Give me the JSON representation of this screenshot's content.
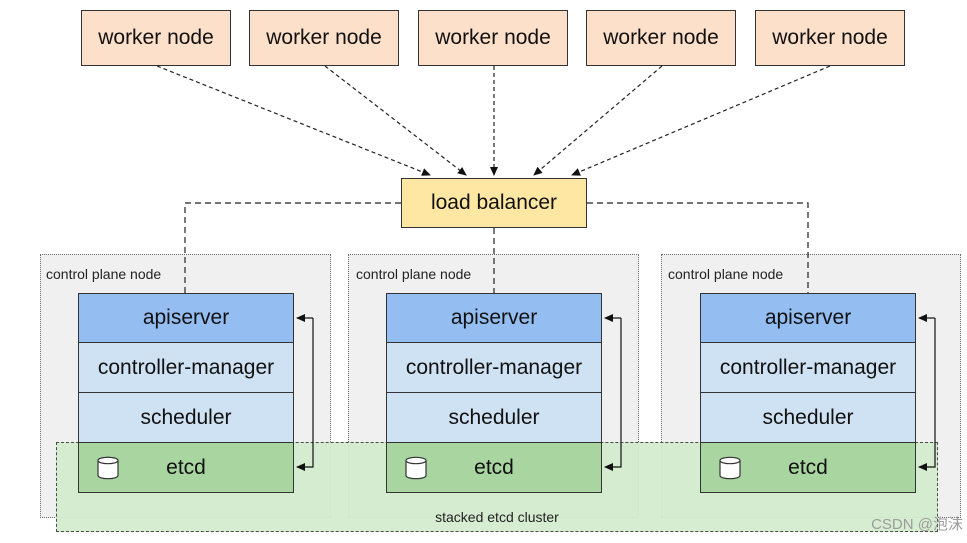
{
  "workers": [
    {
      "label": "worker node"
    },
    {
      "label": "worker node"
    },
    {
      "label": "worker node"
    },
    {
      "label": "worker node"
    },
    {
      "label": "worker node"
    }
  ],
  "load_balancer": {
    "label": "load balancer"
  },
  "control_planes": [
    {
      "label": "control plane node",
      "components": {
        "apiserver": "apiserver",
        "controller_manager": "controller-manager",
        "scheduler": "scheduler",
        "etcd": "etcd"
      }
    },
    {
      "label": "control plane node",
      "components": {
        "apiserver": "apiserver",
        "controller_manager": "controller-manager",
        "scheduler": "scheduler",
        "etcd": "etcd"
      }
    },
    {
      "label": "control plane node",
      "components": {
        "apiserver": "apiserver",
        "controller_manager": "controller-manager",
        "scheduler": "scheduler",
        "etcd": "etcd"
      }
    }
  ],
  "etcd_cluster": {
    "label": "stacked etcd cluster"
  },
  "watermark": "CSDN @泡沫",
  "colors": {
    "worker_fill": "#fce0c9",
    "load_balancer_fill": "#fde7a3",
    "apiserver_fill": "#94bdf2",
    "component_fill": "#cfe2f3",
    "etcd_fill": "#a9d5a1",
    "cluster_fill": "#d3ecd0",
    "panel_fill": "#f0f0f0"
  },
  "icons": {
    "etcd": "database-icon"
  }
}
